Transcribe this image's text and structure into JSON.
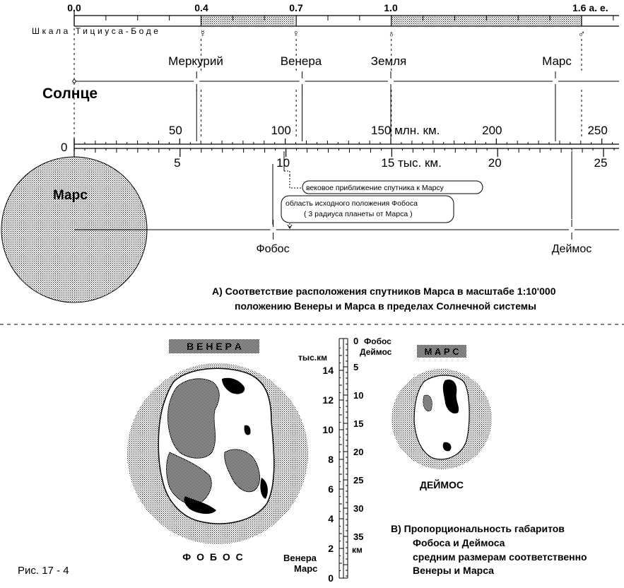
{
  "figure_label": "Рис. 17 - 4",
  "bode": {
    "title": "Шкала Тициуса-Боде",
    "ticks": [
      {
        "value": 0.0,
        "label": "0.0"
      },
      {
        "value": 0.4,
        "label": "0.4"
      },
      {
        "value": 0.7,
        "label": "0.7"
      },
      {
        "value": 1.0,
        "label": "1.0"
      },
      {
        "value": 1.6,
        "label": "1.6 а. е."
      }
    ],
    "planets": [
      {
        "name": "Меркурий",
        "value": 0.4,
        "symbol": "☿",
        "symbol_name": "mercury-symbol-icon"
      },
      {
        "name": "Венера",
        "value": 0.7,
        "symbol": "♀",
        "symbol_name": "venus-symbol-icon"
      },
      {
        "name": "Земля",
        "value": 1.0,
        "symbol": "♁",
        "symbol_name": "earth-symbol-icon"
      },
      {
        "name": "Марс",
        "value": 1.6,
        "symbol": "♂",
        "symbol_name": "mars-symbol-icon"
      }
    ]
  },
  "sun_label": "Солнце",
  "mkm_scale": {
    "ticks": [
      {
        "value": 50,
        "label": "50"
      },
      {
        "value": 100,
        "label": "100"
      },
      {
        "value": 150,
        "label": "150 млн. км."
      },
      {
        "value": 200,
        "label": "200"
      },
      {
        "value": 250,
        "label": "250"
      }
    ],
    "planet_distances": [
      58,
      108,
      150,
      228
    ]
  },
  "tkm_scale": {
    "zero_label": "0",
    "ticks": [
      {
        "value": 5,
        "label": "5"
      },
      {
        "value": 10,
        "label": "10"
      },
      {
        "value": 15,
        "label": "15 тыс. км."
      },
      {
        "value": 20,
        "label": "20"
      },
      {
        "value": 25,
        "label": "25"
      }
    ]
  },
  "mars_label": "Марс",
  "moons": [
    {
      "name": "Фобос",
      "distance_tkm": 9.4
    },
    {
      "name": "Деймос",
      "distance_tkm": 23.5
    }
  ],
  "callouts": {
    "secular": "вековое приближение спутника к Марсу",
    "origin_line1": "область исходного положения Фобоса",
    "origin_line2": "( 3 радиуса планеты от Марса )"
  },
  "caption_a": {
    "line1": "А)   Соответствие расположения спутников Марса  в масштабе 1:10'000",
    "line2": "положению Венеры и Марса в пределах Солнечной системы"
  },
  "panel_b": {
    "venus_title": "В Е Н Е Р А",
    "phobos_title": "Ф О Б О С",
    "mars_title": "М А Р С",
    "deimos_title": "ДЕЙМОС",
    "caption": [
      "В)   Пропорциональность габаритов",
      "Фобоса и Деймоса",
      "средним размерам соответственно",
      "Венеры и Марса"
    ]
  },
  "vscale": {
    "left_unit": "тыс.км",
    "left_ticks": [
      {
        "value": 14,
        "label": "14"
      },
      {
        "value": 12,
        "label": "12"
      },
      {
        "value": 10,
        "label": "10"
      },
      {
        "value": 8,
        "label": "8"
      },
      {
        "value": 6,
        "label": "6"
      },
      {
        "value": 4,
        "label": "4"
      },
      {
        "value": 2,
        "label": "2"
      },
      {
        "value": 0,
        "label": "0"
      }
    ],
    "left_bottom_labels": [
      "Венера",
      "Марс"
    ],
    "right_top": "0",
    "right_top_labels": [
      "Фобос",
      "Деймос"
    ],
    "right_ticks": [
      {
        "value": 5,
        "label": "5"
      },
      {
        "value": 10,
        "label": "10"
      },
      {
        "value": 15,
        "label": "15"
      },
      {
        "value": 20,
        "label": "20"
      },
      {
        "value": 25,
        "label": "25"
      },
      {
        "value": 30,
        "label": "30"
      },
      {
        "value": 35,
        "label": "35"
      }
    ],
    "right_unit": "км"
  }
}
